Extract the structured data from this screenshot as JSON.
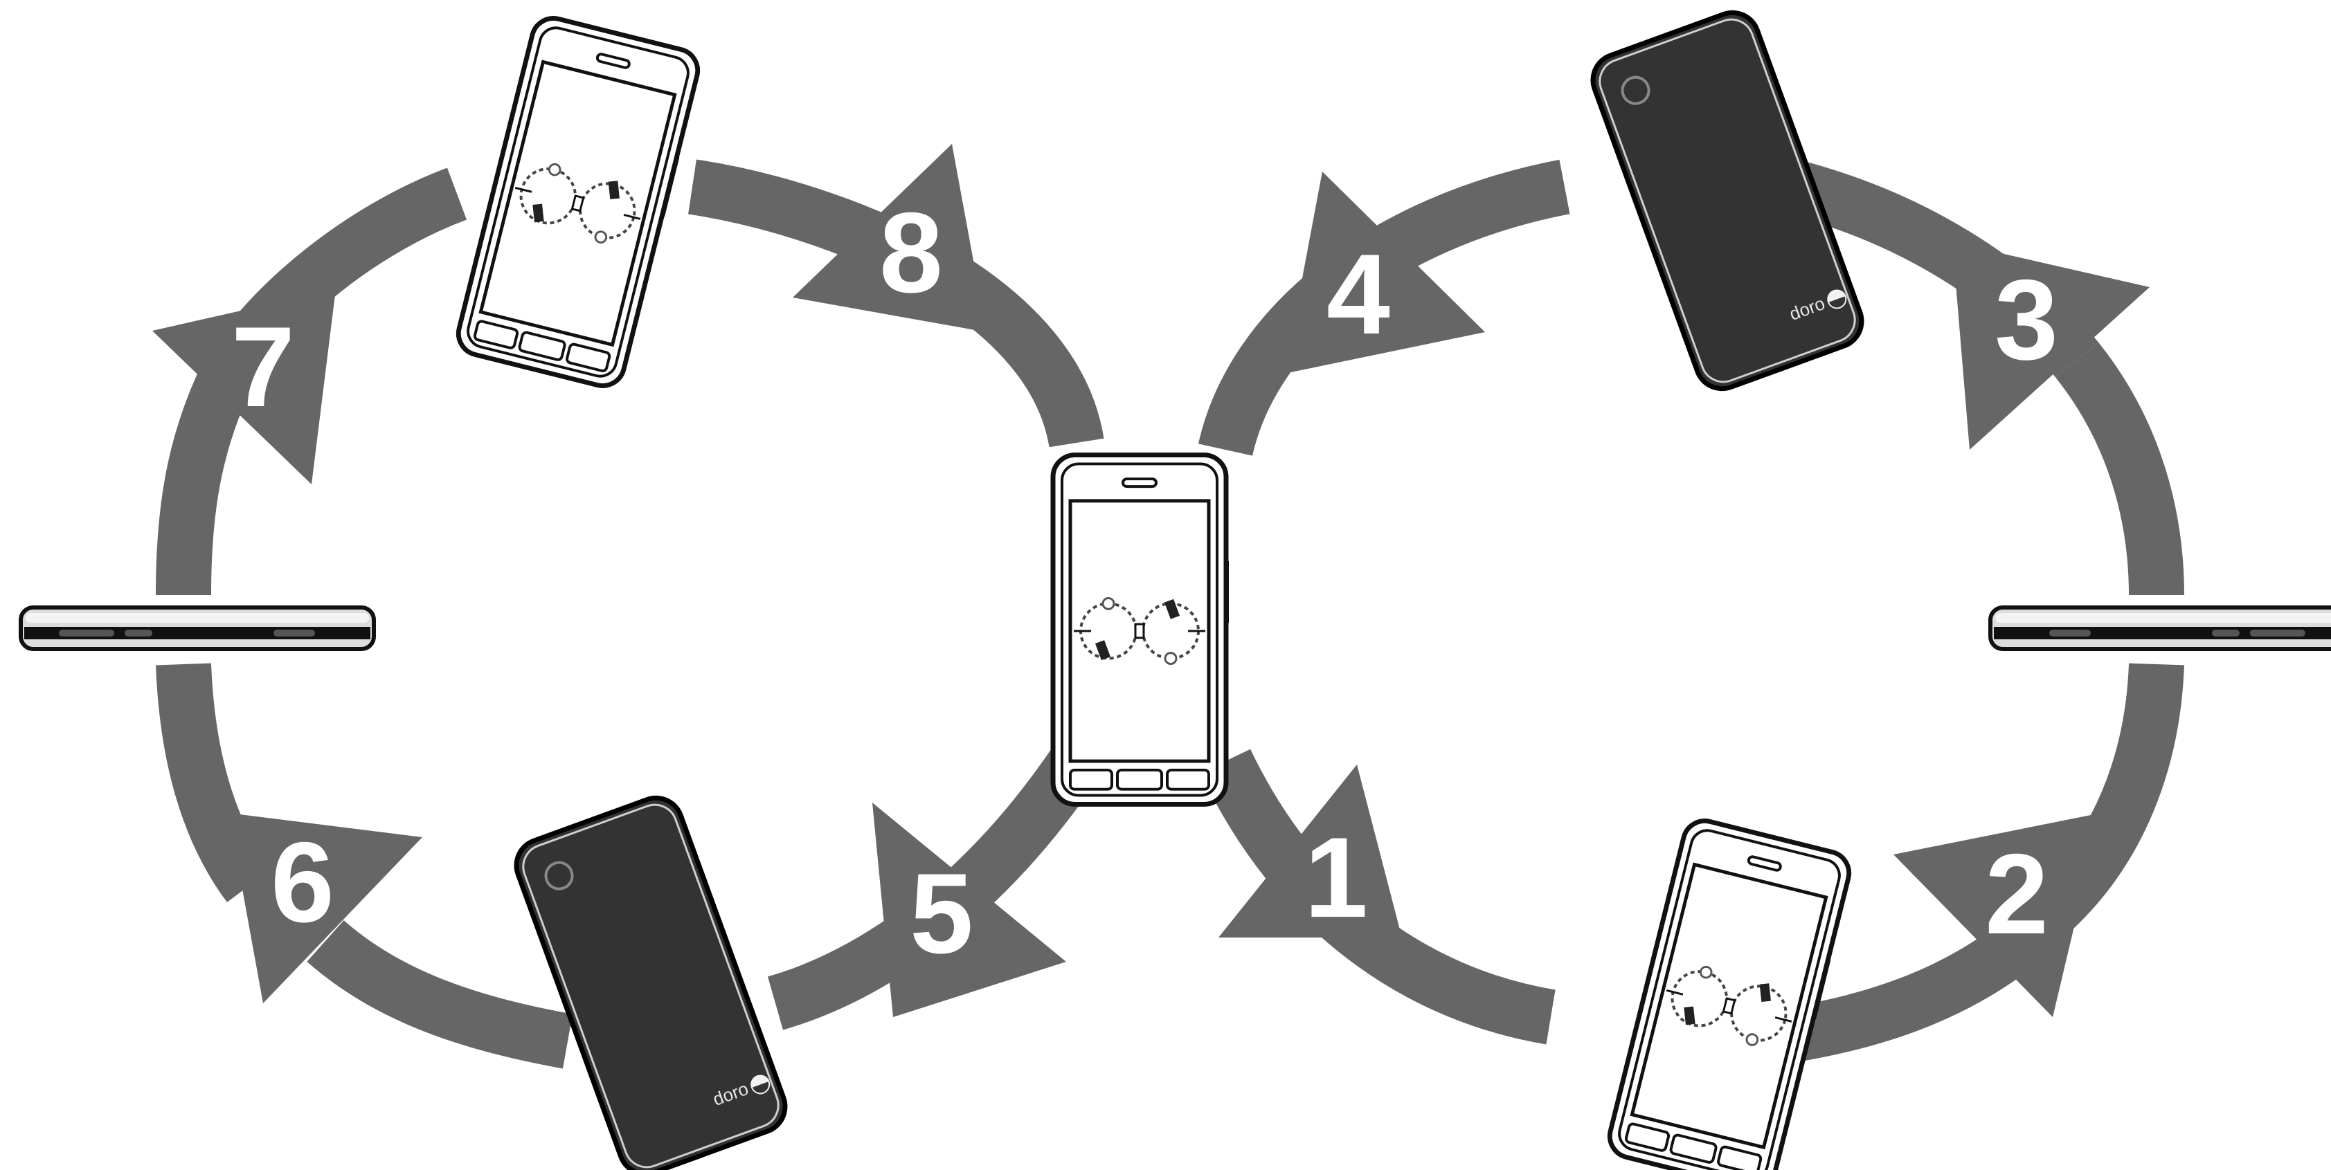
{
  "diagram": {
    "steps": [
      {
        "number": "1"
      },
      {
        "number": "2"
      },
      {
        "number": "3"
      },
      {
        "number": "4"
      },
      {
        "number": "5"
      },
      {
        "number": "6"
      },
      {
        "number": "7"
      },
      {
        "number": "8"
      }
    ],
    "phone_back_brand": "doro",
    "colors": {
      "arrow": "#666666",
      "phone_back": "#333333",
      "number_text": "#ffffff"
    },
    "icons": [
      "phone-front",
      "phone-back",
      "phone-side",
      "figure-eight-arrow"
    ]
  }
}
